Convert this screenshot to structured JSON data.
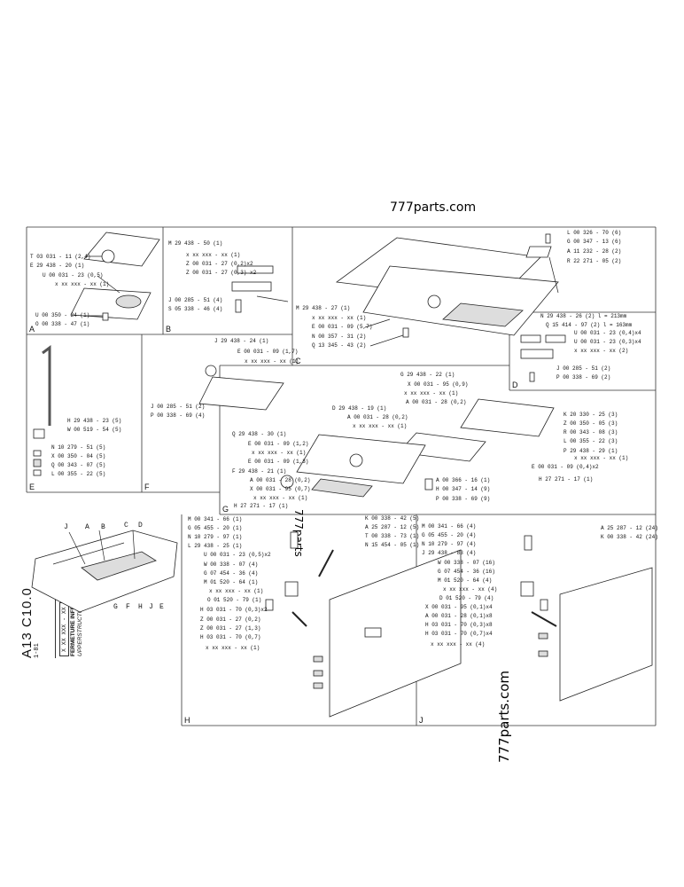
{
  "watermarks": {
    "top": "777parts.com",
    "bottom": "777parts.com",
    "mid": "777parts"
  },
  "sheet": {
    "code": "A13 C10.0",
    "page": "1-81",
    "ref_code": "X XX XXX - XX",
    "title_fr": "FERMETURE INFERIEURE TOURELLE",
    "title_en": "UPPERSTRUCTURE LOWER LOCK"
  },
  "panels": {
    "A": {
      "letter": "A",
      "labels": [
        "T 03 031 - 11 (2,4)",
        "E 29 438 - 20 (1)",
        "U 00 031 - 23 (0,5)",
        "x xx xxx - xx (1)",
        "U 00 350 - 24 (1)",
        "O 00 338 - 47 (1)"
      ]
    },
    "B": {
      "letter": "B",
      "labels": [
        "M 29 438 - 50 (1)",
        "x xx xxx - xx (1)",
        "Z 00 031 - 27 (0,2)x2",
        "Z 00 031 - 27 (0,3) x2",
        "J 00 285 - 51 (4)",
        "S 05 338 - 46 (4)"
      ]
    },
    "C": {
      "letter": "C",
      "labels": [
        "M 29 438 - 27 (1)",
        "x xx xxx - xx (1)",
        "E 00 031 - 09 (5,7)",
        "N 00 357 - 31 (2)",
        "Q 13 345 - 43 (2)",
        "J 29 438 - 24 (1)",
        "E 00 031 - 09 (1,7)",
        "x xx xxx - xx (1)",
        "J 00 285 - 51 (2)",
        "P 00 338 - 69 (4)"
      ]
    },
    "D": {
      "letter": "D",
      "labels": [
        "L 00 326 - 70 (6)",
        "G 00 347 - 13 (6)",
        "A 11 232 - 28 (2)",
        "R 22 271 - 05 (2)",
        "N 29 438 - 26 (2) l = 213mm",
        "Q 15 414 - 97 (2) l = 163mm",
        "U 00 031 - 23 (0,4)x4",
        "U 00 031 - 23 (0,3)x4",
        "x xx xxx - xx (2)",
        "J 00 285 - 51 (2)",
        "P 00 338 - 69 (2)"
      ]
    },
    "E": {
      "letter": "E",
      "labels": [
        "H 29 438 - 23 (5)",
        "W 00 519 - 54 (5)",
        "N 10 279 - 51 (5)",
        "X 00 350 - 04 (5)",
        "Q 00 343 - 07 (5)",
        "L 00 355 - 22 (5)"
      ]
    },
    "F": {
      "letter": "F"
    },
    "G": {
      "letter": "G",
      "labels": [
        "G 29 438 - 22 (1)",
        "X 00 031 - 95 (0,9)",
        "x xx xxx - xx (1)",
        "A 00 031 - 28 (0,2)",
        "D 29 438 - 19 (1)",
        "A 00 031 - 28 (0,2)",
        "x xx xxx - xx (1)",
        "K 20 330 - 25 (3)",
        "Z 00 350 - 05 (3)",
        "R 00 343 - 08 (3)",
        "L 00 355 - 22 (3)",
        "P 29 438 - 29 (1)",
        "x xx xxx - xx (1)",
        "E 00 031 - 09 (0,4)x2",
        "H 27 271 - 17 (1)",
        "Q 29 438 - 30 (1)",
        "E 00 031 - 09 (1,2)",
        "x xx xxx - xx (1)",
        "E 00 031 - 09 (1,3)",
        "F 29 438 - 21 (1)",
        "A 00 031 - 28 (0,2)",
        "X 00 031 - 95 (0,7)",
        "x xx xxx - xx (1)",
        "H 27 271 - 17 (1)",
        "A 00 366 - 16 (1)",
        "H 00 347 - 14 (9)",
        "P 00 338 - 69 (9)"
      ]
    },
    "H": {
      "letter": "H",
      "labels": [
        "M 00 341 - 66 (1)",
        "G 05 455 - 20 (1)",
        "N 10 279 - 97 (1)",
        "L 29 438 - 25 (1)",
        "U 00 031 - 23 (0,5)x2",
        "W 00 338 - 07 (4)",
        "G 07 454 - 36 (4)",
        "M 01 520 - 64 (1)",
        "x xx xxx - xx (1)",
        "O 01 520 - 79 (1)",
        "H 03 031 - 70 (0,3)x2",
        "Z 00 031 - 27 (0,2)",
        "Z 00 031 - 27 (1,3)",
        "H 03 031 - 70 (0,7)",
        "x xx xxx - xx (1)",
        "K 00 338 - 42 (5)",
        "A 25 287 - 12 (5)",
        "T 00 338 - 73 (1)",
        "N 15 454 - 05 (1)"
      ]
    },
    "J": {
      "letter": "J",
      "labels": [
        "M 00 341 - 66 (4)",
        "G 05 455 - 20 (4)",
        "N 10 279 - 97 (4)",
        "J 29 438 - 83 (4)",
        "W 00 338 - 07 (16)",
        "G 07 454 - 36 (16)",
        "M 01 520 - 64 (4)",
        "x xx xxx - xx (4)",
        "D 01 520 - 79 (4)",
        "X 00 031 - 95 (0,1)x4",
        "A 00 031 - 28 (0,1)x8",
        "H 03 031 - 70 (0,3)x8",
        "H 03 031 - 70 (0,7)x4",
        "x xx xxx - xx (4)",
        "A 25 287 - 12 (24)",
        "K 00 338 - 42 (24)"
      ]
    },
    "overview": {
      "letters": [
        "J",
        "A",
        "B",
        "C",
        "D",
        "G",
        "F",
        "H",
        "J",
        "E"
      ]
    }
  }
}
